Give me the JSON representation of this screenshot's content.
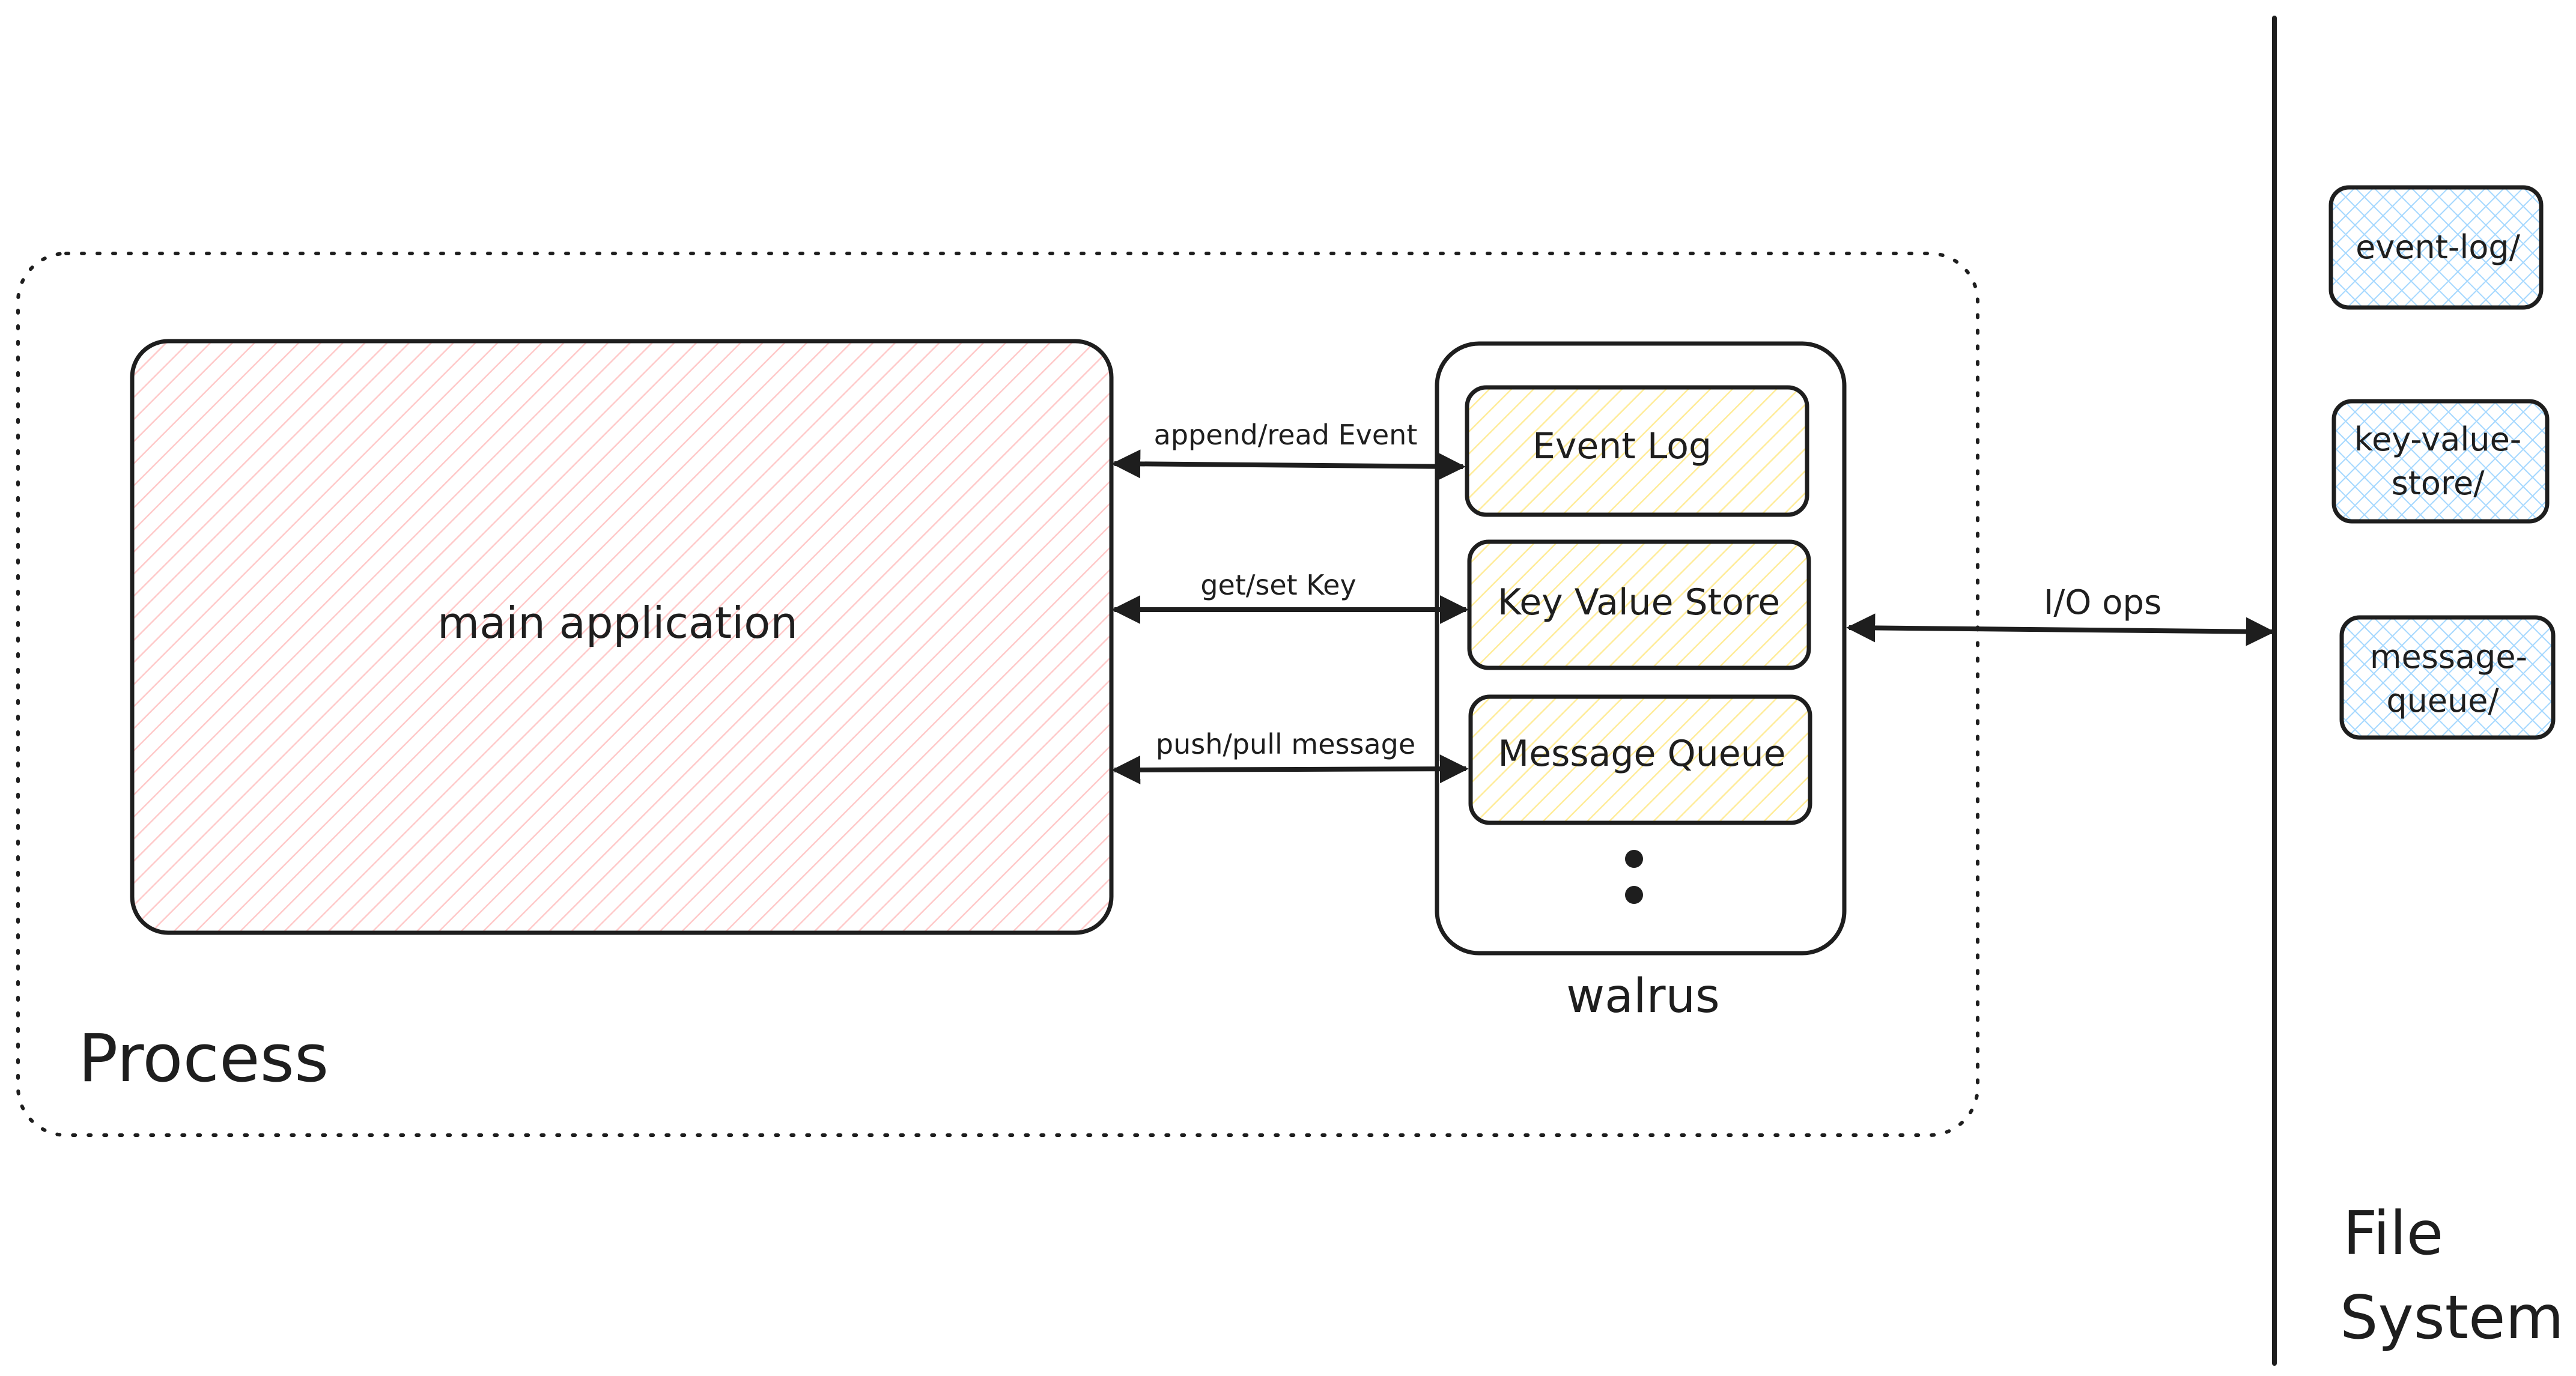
{
  "process": {
    "label": "Process"
  },
  "main_application": {
    "label": "main application"
  },
  "walrus": {
    "label": "walrus",
    "components": {
      "event_log": "Event Log",
      "key_value_store": "Key Value Store",
      "message_queue": "Message Queue"
    }
  },
  "connections": {
    "event_log": "append/read Event",
    "key_value_store": "get/set Key",
    "message_queue": "push/pull message",
    "io": "I/O ops"
  },
  "file_system": {
    "label_line1": "File",
    "label_line2": "System",
    "folders": {
      "event_log_line1": "event-log/",
      "key_value_line1": "key-value-",
      "key_value_line2": "store/",
      "message_queue_line1": "message-",
      "message_queue_line2": "queue/"
    }
  },
  "colors": {
    "stroke": "#1e1e1e",
    "main_application_hatch": "#ffc9c9",
    "component_hatch": "#ffec99",
    "folder_hatch": "#a5d8ff"
  }
}
